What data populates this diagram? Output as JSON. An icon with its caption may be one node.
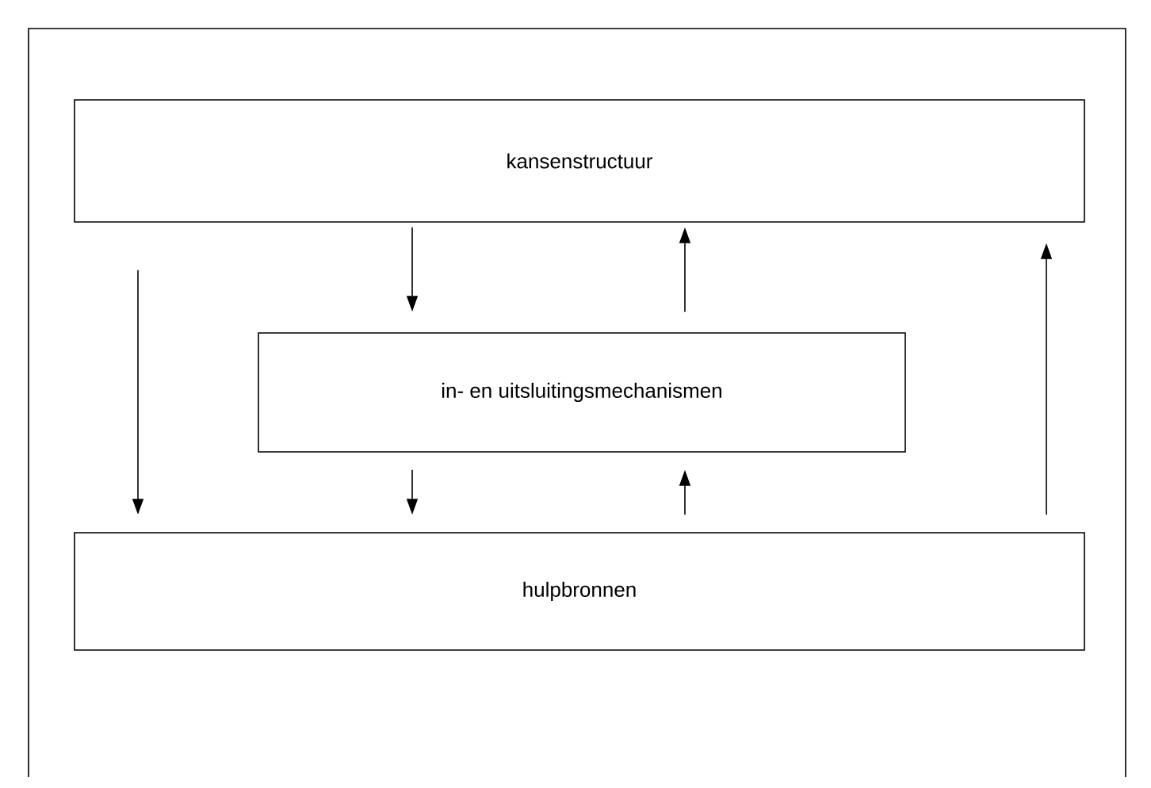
{
  "diagram": {
    "nodes": [
      {
        "text": [
          "kansenstructuur"
        ]
      },
      {
        "text": [
          "in- en uitsluitingsmechanismen"
        ]
      },
      {
        "text": [
          "hulpbronnen"
        ]
      }
    ],
    "edges": [
      {
        "from": 0,
        "to": 1,
        "arrow": "to"
      },
      {
        "from": 1,
        "to": 0,
        "arrow": "to"
      },
      {
        "from": 0,
        "to": 2,
        "arrow": "to"
      },
      {
        "from": 1,
        "to": 2,
        "arrow": "to"
      },
      {
        "from": 2,
        "to": 1,
        "arrow": "to"
      },
      {
        "from": 2,
        "to": 0,
        "arrow": "to"
      }
    ]
  }
}
